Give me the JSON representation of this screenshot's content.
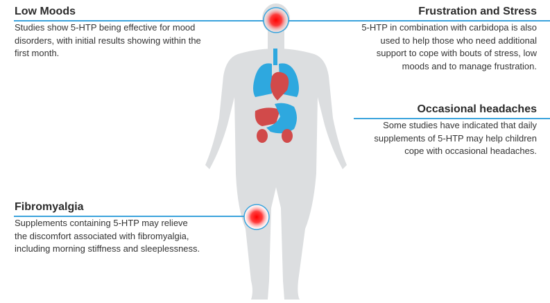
{
  "sections": {
    "low_moods": {
      "title": "Low Moods",
      "description": "Studies show 5-HTP being effective for mood disorders, with initial results showing within the first month."
    },
    "frustration": {
      "title": "Frustration and Stress",
      "description": "5-HTP in combination with carbidopa is also used to help those who need additional support to cope with bouts of stress, low moods and to manage frustration."
    },
    "headaches": {
      "title": "Occasional headaches",
      "description": "Some studies have indicated that daily supplements of 5-HTP may help children cope with occasional headaches."
    },
    "fibromyalgia": {
      "title": "Fibromyalgia",
      "description": "Supplements containing 5-HTP may relieve the discomfort associated with fibromyalgia, including morning stiffness and sleeplessness."
    }
  },
  "colors": {
    "body": "#dcdee0",
    "organ_blue": "#2ea8df",
    "organ_red": "#d14a4a",
    "accent_line": "#3aa3dc",
    "hotspot": "#ff0000"
  }
}
